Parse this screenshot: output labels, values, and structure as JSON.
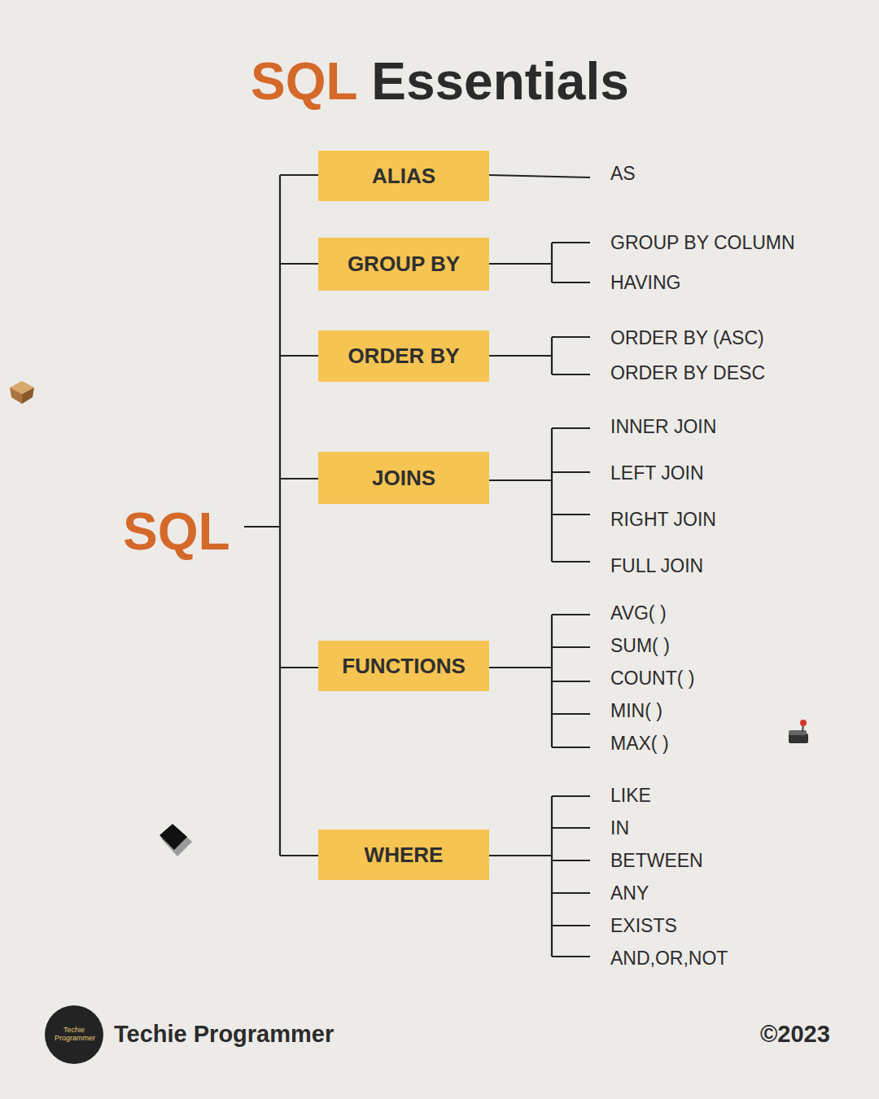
{
  "diagram": {
    "title": "SQL Essentials",
    "nodes": [
      {
        "text": [
          "ALIAS"
        ]
      },
      {
        "text": [
          "GROUP BY"
        ]
      },
      {
        "text": [
          "ORDER BY"
        ]
      },
      {
        "text": [
          "JOINS"
        ]
      },
      {
        "text": [
          "FUNCTIONS"
        ]
      },
      {
        "text": [
          "WHERE"
        ]
      },
      {
        "text": [
          "Techie Programmer"
        ]
      }
    ],
    "labels": [
      "SQL",
      "AS",
      "GROUP BY COLUMN",
      "HAVING",
      "ORDER BY (ASC)",
      "ORDER BY DESC",
      "INNER JOIN",
      "LEFT JOIN",
      "RIGHT JOIN",
      "FULL JOIN",
      "AVG( )",
      "SUM( )",
      "COUNT( )",
      "MIN( )",
      "MAX( )",
      "LIKE",
      "IN",
      "BETWEEN",
      "ANY",
      "EXISTS",
      "AND,OR,NOT",
      "Techie Programmer",
      "©2023"
    ]
  }
}
